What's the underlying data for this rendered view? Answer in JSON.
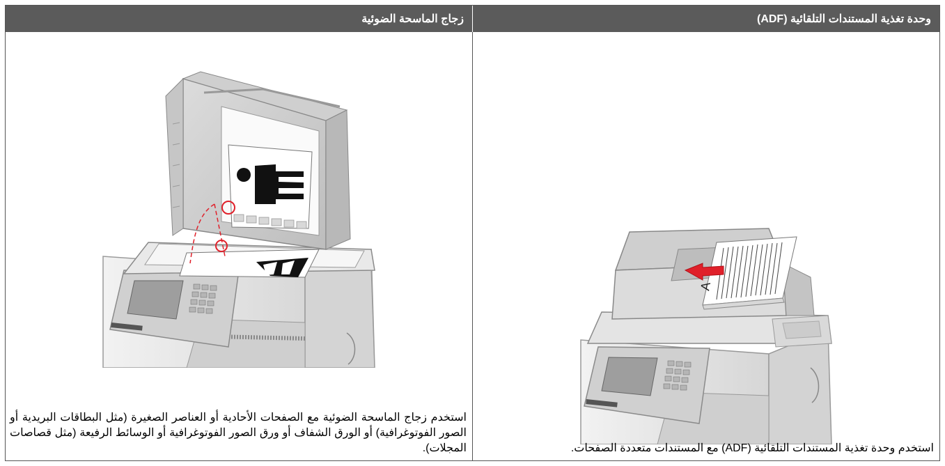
{
  "table": {
    "headers": {
      "glass": "زجاج الماسحة الضوئية",
      "adf": "وحدة تغذية المستندات التلقائية (ADF)"
    },
    "captions": {
      "glass": "استخدم زجاج الماسحة الضوئية مع الصفحات الأحادية أو العناصر الصغيرة (مثل البطاقات البريدية أو الصور الفوتوغرافية) أو الورق الشفاف أو ورق الصور الفوتوغرافية أو الوسائط الرفيعة (مثل قصاصات المجلات).",
      "adf": "استخدم وحدة تغذية المستندات التلقائية (ADF) مع المستندات متعددة الصفحات."
    },
    "illustrations": {
      "glass": "printer-open-lid-illustration",
      "adf": "printer-adf-illustration"
    }
  },
  "colors": {
    "header_bg": "#5b5b5b",
    "header_text": "#ffffff",
    "border": "#555555",
    "printer_body": "#e6e6e6",
    "accent_red": "#e0202a"
  }
}
